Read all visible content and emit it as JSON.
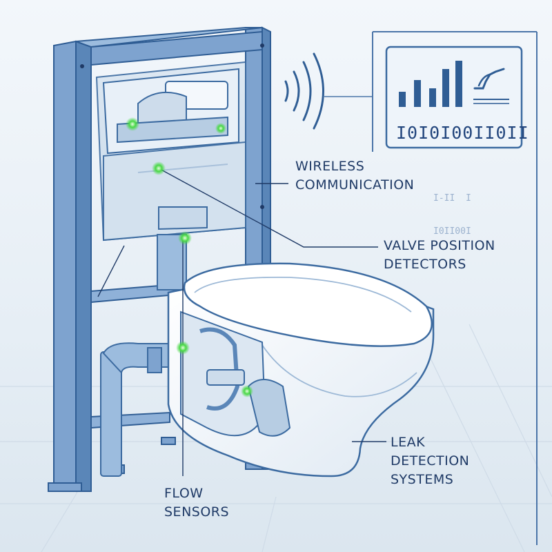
{
  "labels": {
    "wireless_line1": "WIRELESS",
    "wireless_line2": "COMMUNICATION",
    "valve_line1": "VALVE POSITION",
    "valve_line2": "DETECTORS",
    "leak_line1": "LEAK",
    "leak_line2": "DETECTION",
    "leak_line3": "SYSTEMS",
    "flow_line1": "FLOW",
    "flow_line2": "SENSORS"
  },
  "monitor": {
    "binary": "I0I0I00II0II",
    "faint_line1": "I-II  I",
    "faint_line2": "I0II00I"
  },
  "colors": {
    "frame": "#5a86b8",
    "frame_dark": "#2f5d94",
    "outline": "#3b6aa0",
    "sensor": "#3ccf3c",
    "text": "#1f3a66"
  }
}
